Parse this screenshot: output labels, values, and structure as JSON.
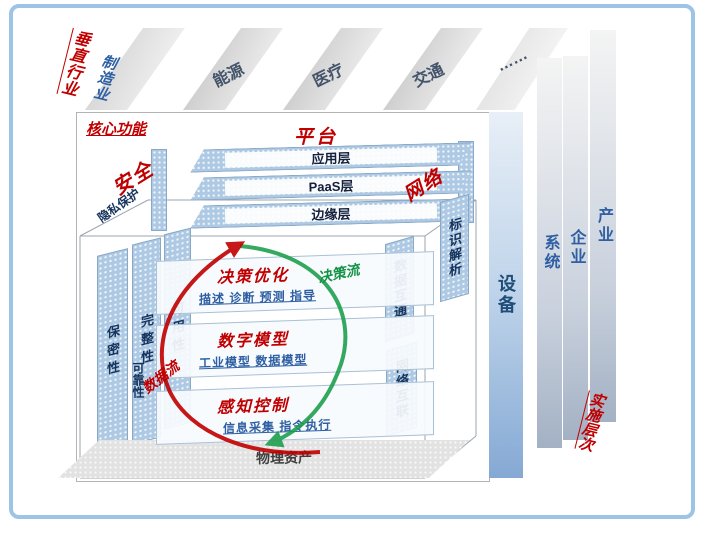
{
  "colors": {
    "frame": "#9DC3E6",
    "accent_red": "#C00000",
    "accent_green": "#1FA04E",
    "accent_blue": "#2E5FA3",
    "navy": "#1F4E79"
  },
  "top": {
    "axis_label": "垂直行业",
    "industries": [
      "制造业",
      "能源",
      "医疗",
      "交通",
      "……"
    ]
  },
  "core": {
    "title": "核心功能",
    "platform": {
      "title": "平台",
      "layers": [
        "应用层",
        "PaaS层",
        "边缘层"
      ]
    },
    "security": {
      "title": "安全",
      "diagonal_top": "隐私保护",
      "pillars": [
        "保密性",
        "完整性",
        "可用性"
      ],
      "diagonal_bottom": "可靠性"
    },
    "network": {
      "title": "网络",
      "pillars": [
        "标识解析",
        "数据互通",
        "网络互联"
      ]
    },
    "floors": [
      {
        "title": "决策优化",
        "subtitle": "描述 诊断 预测 指导"
      },
      {
        "title": "数字模型",
        "subtitle": "工业模型  数据模型"
      },
      {
        "title": "感知控制",
        "subtitle": "信息采集 指令执行"
      }
    ],
    "flows": {
      "decision": "决策流",
      "data": "数据流"
    },
    "physical_assets": "物理资产"
  },
  "levels": {
    "title": "实施层次",
    "bars": [
      "设备",
      "系统",
      "企业",
      "产业"
    ]
  }
}
